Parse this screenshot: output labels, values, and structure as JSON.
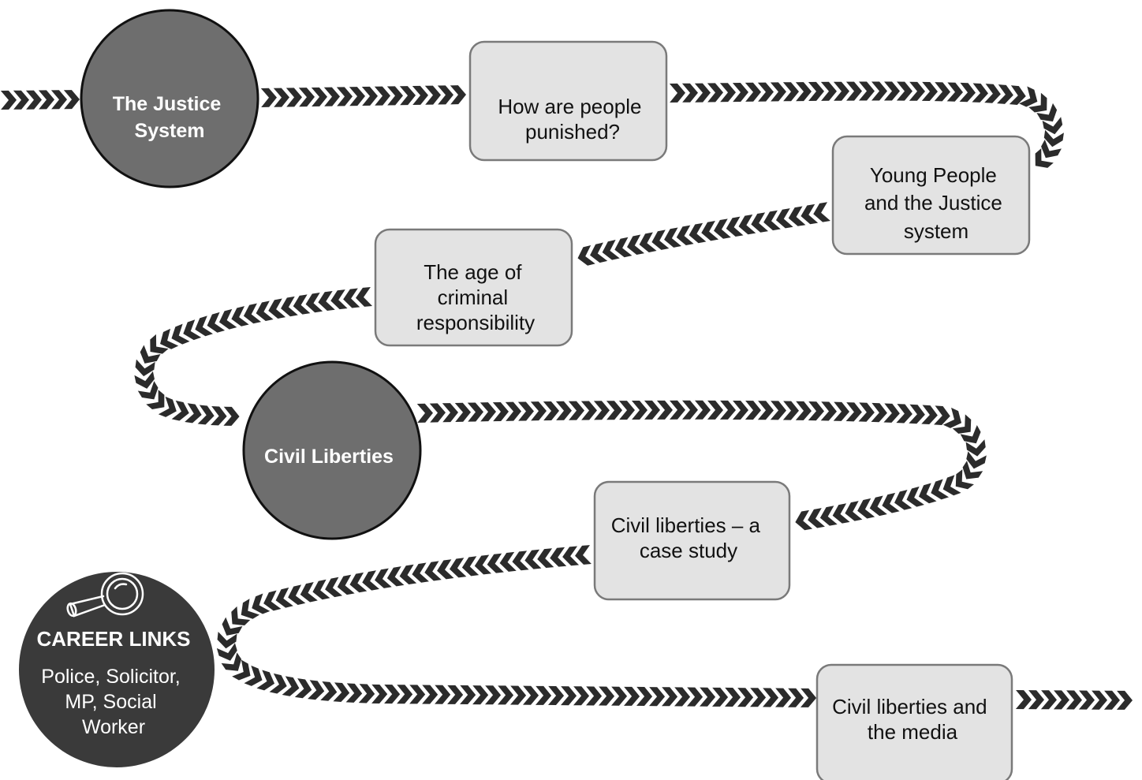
{
  "colors": {
    "chevron": "#2b2b2b",
    "milestone_fill": "#6e6e6e",
    "milestone_stroke": "#111111",
    "box_fill": "#e3e3e3",
    "box_stroke": "#7a7a7a",
    "career_fill": "#3a3a3a"
  },
  "milestones": [
    {
      "id": "justice-system",
      "lines": [
        "The Justice",
        "System"
      ]
    },
    {
      "id": "civil-liberties",
      "lines": [
        "Civil Liberties"
      ]
    }
  ],
  "topics": [
    {
      "id": "punished",
      "lines": [
        "How are people",
        "punished?"
      ]
    },
    {
      "id": "young-people",
      "lines": [
        "Young People",
        "and the Justice",
        "system"
      ]
    },
    {
      "id": "criminal-age",
      "lines": [
        "The age of",
        "criminal",
        "responsibility"
      ]
    },
    {
      "id": "case-study",
      "lines": [
        "Civil liberties – a",
        "case study"
      ]
    },
    {
      "id": "media",
      "lines": [
        "Civil liberties and",
        "the media"
      ]
    }
  ],
  "career": {
    "icon": "magnifying-glass-icon",
    "title": "CAREER LINKS",
    "lines": [
      "Police, Solicitor,",
      "MP, Social",
      "Worker"
    ]
  }
}
